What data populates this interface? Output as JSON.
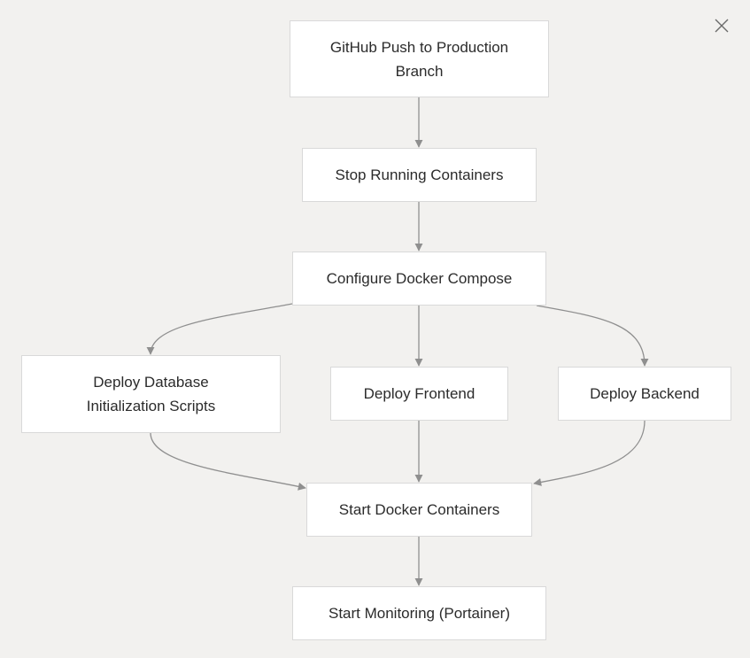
{
  "diagram": {
    "nodes": {
      "github_push": "GitHub Push to Production Branch",
      "stop_containers": "Stop Running Containers",
      "configure_compose": "Configure Docker Compose",
      "deploy_database": "Deploy Database Initialization Scripts",
      "deploy_frontend": "Deploy Frontend",
      "deploy_backend": "Deploy Backend",
      "start_containers": "Start Docker Containers",
      "start_monitoring": "Start Monitoring (Portainer)"
    },
    "edges": [
      [
        "github_push",
        "stop_containers"
      ],
      [
        "stop_containers",
        "configure_compose"
      ],
      [
        "configure_compose",
        "deploy_database"
      ],
      [
        "configure_compose",
        "deploy_frontend"
      ],
      [
        "configure_compose",
        "deploy_backend"
      ],
      [
        "deploy_database",
        "start_containers"
      ],
      [
        "deploy_frontend",
        "start_containers"
      ],
      [
        "deploy_backend",
        "start_containers"
      ],
      [
        "start_containers",
        "start_monitoring"
      ]
    ]
  },
  "colors": {
    "background": "#f2f1ef",
    "node_fill": "#ffffff",
    "node_border": "#d9d9d9",
    "edge": "#8f8f8f",
    "text": "#2b2b2b"
  },
  "icons": {
    "close": "close-icon"
  }
}
